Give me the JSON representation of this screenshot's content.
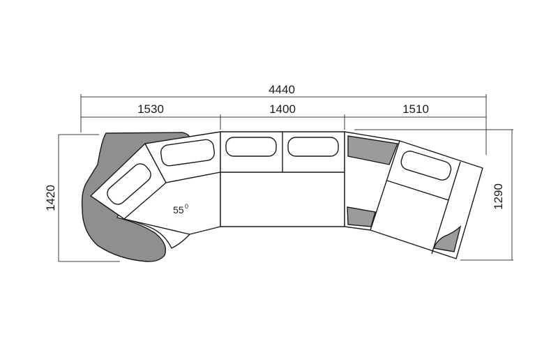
{
  "dimensions": {
    "overall_width": "4440",
    "left_width": "1530",
    "middle_width": "1400",
    "right_width": "1510",
    "left_height": "1420",
    "right_height": "1290"
  },
  "angle": {
    "value": "55",
    "unit": "0"
  },
  "colors": {
    "outline": "#1a1a1a",
    "shaded_part": "#8f8f8f",
    "background": "#ffffff"
  }
}
